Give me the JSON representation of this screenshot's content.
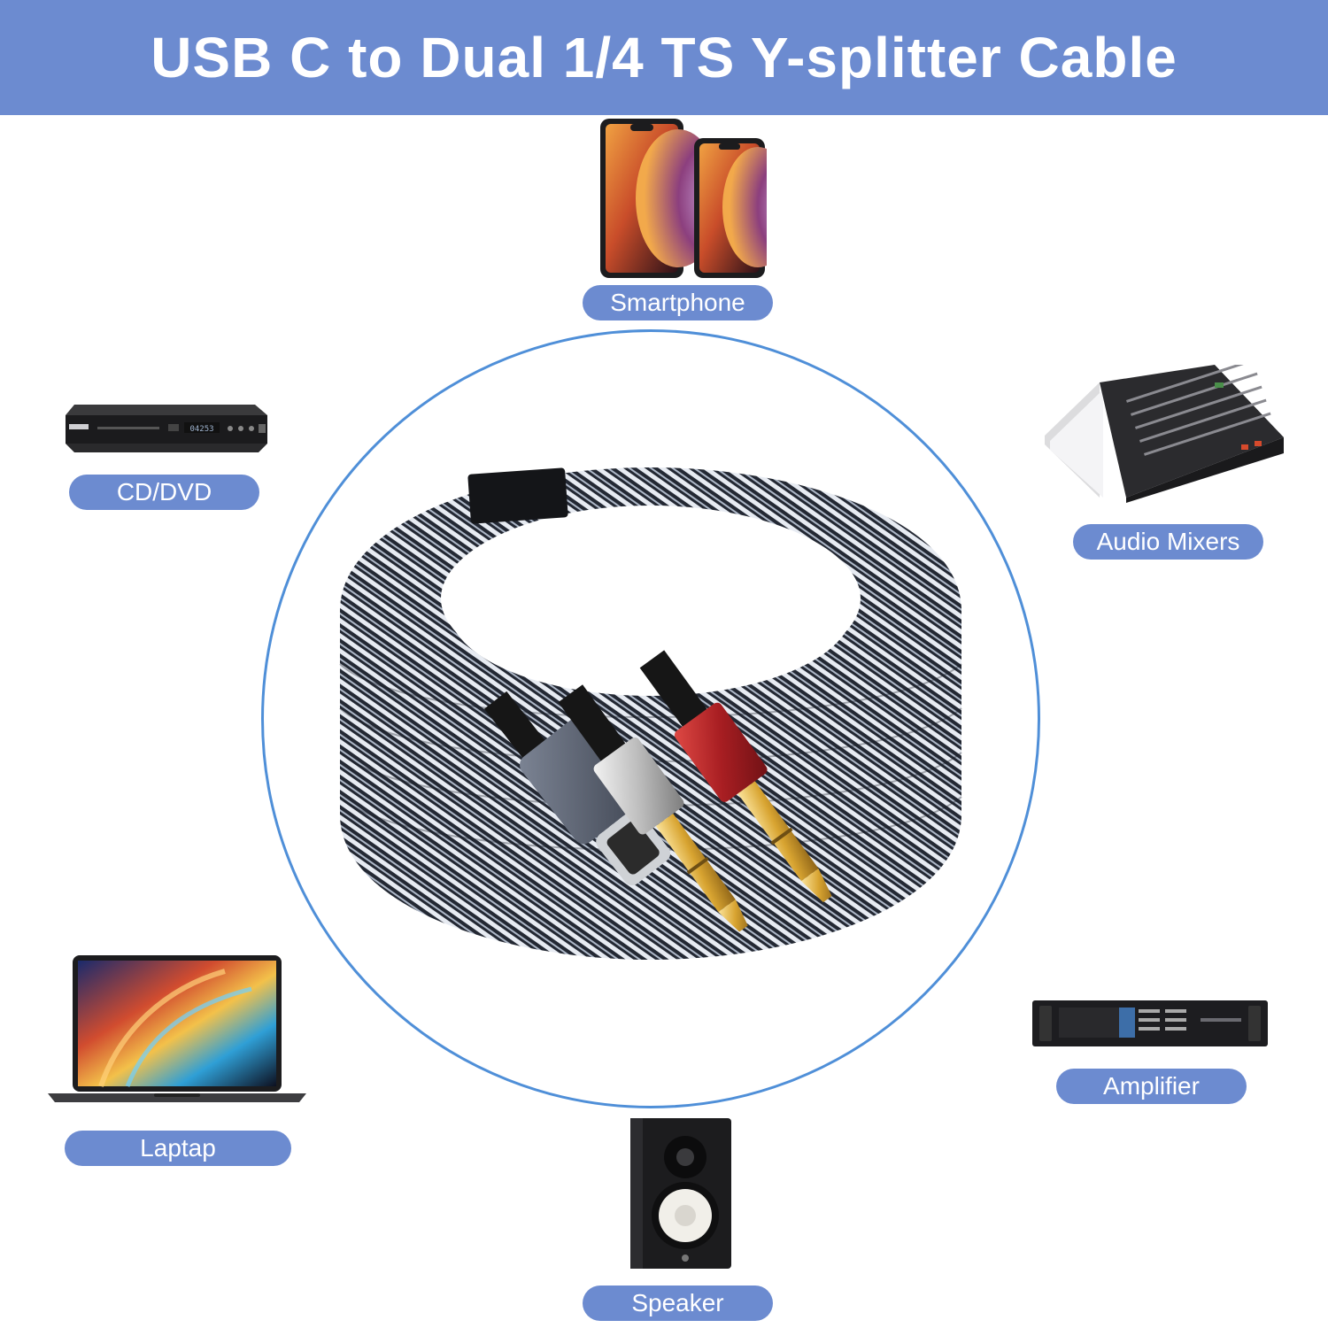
{
  "header": {
    "title": "USB C to Dual 1/4 TS Y-splitter Cable"
  },
  "colors": {
    "accent": "#6c8bd0",
    "ring": "#4f8fd8",
    "plug_red": "#b3262a",
    "plug_gold": "#d8a431"
  },
  "devices": {
    "smartphone": {
      "label": "Smartphone",
      "icon": "smartphone-icon"
    },
    "cd_dvd": {
      "label": "CD/DVD",
      "icon": "dvd-player-icon"
    },
    "audio_mixers": {
      "label": "Audio Mixers",
      "icon": "mixer-icon"
    },
    "laptop": {
      "label": "Laptap",
      "icon": "laptop-icon"
    },
    "amplifier": {
      "label": "Amplifier",
      "icon": "amplifier-icon"
    },
    "speaker": {
      "label": "Speaker",
      "icon": "speaker-icon"
    }
  },
  "product": {
    "icon": "usb-c-to-dual-ts-cable-image"
  },
  "device_labels": {
    "dvd_display": "04253"
  }
}
